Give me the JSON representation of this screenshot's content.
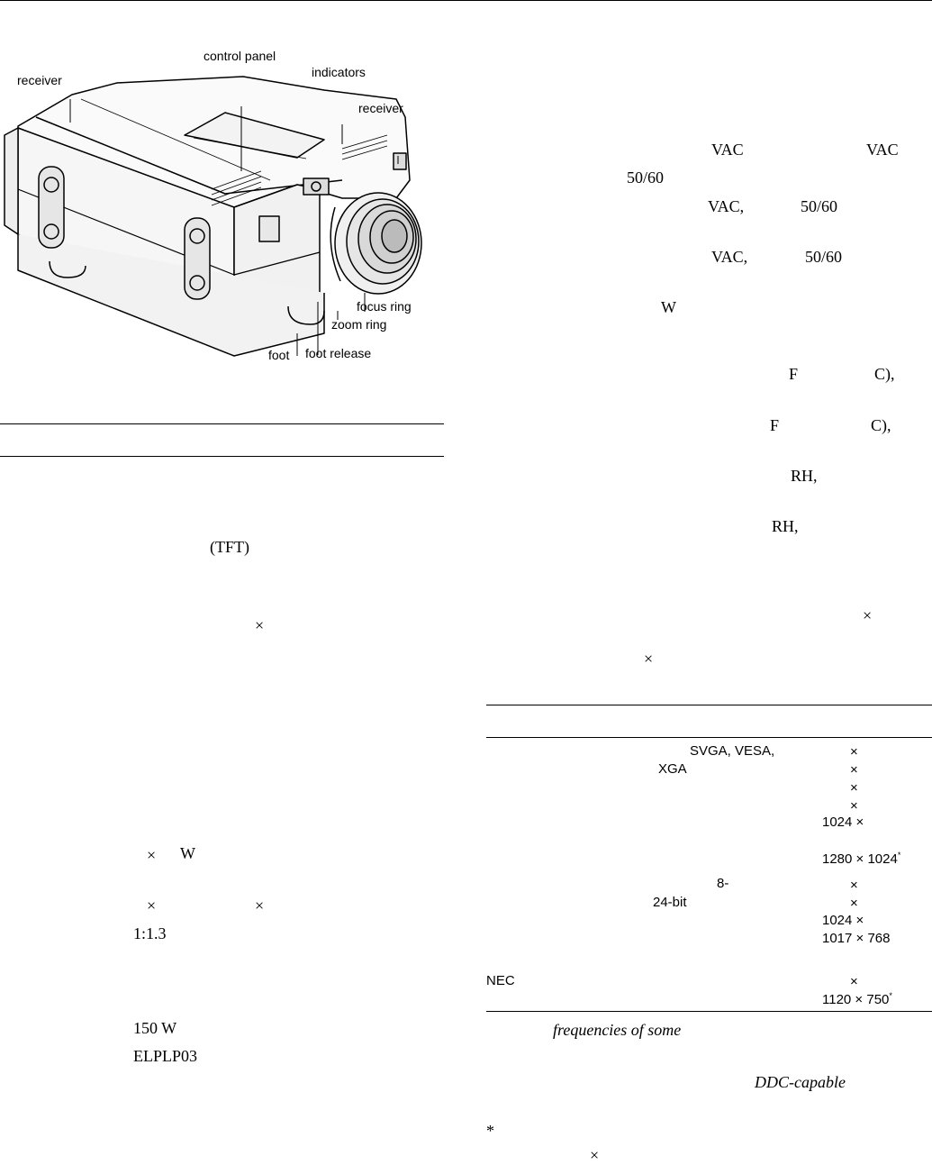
{
  "figure": {
    "labels": {
      "control_panel": "control panel",
      "receiver_left": "receiver",
      "indicators": "indicators",
      "receiver_right": "receiver",
      "focus_ring": "focus ring",
      "zoom_ring": "zoom ring",
      "foot": "foot",
      "foot_release": "foot release"
    }
  },
  "left": {
    "tft": "(TFT)",
    "times1": "×",
    "times2": "×",
    "w1": "W",
    "times3": "×",
    "times4": "×",
    "ratio": "1:1.3",
    "lamp_watt": "150 W",
    "lamp_model": "ELPLP03"
  },
  "right": {
    "vac1": "VAC",
    "vac2": "VAC",
    "hz1": "50/60",
    "vac3": "VAC,",
    "hz2": "50/60",
    "vac4": "VAC,",
    "hz3": "50/60",
    "w2": "W",
    "f1": "F",
    "c1": "C),",
    "f2": "F",
    "c2": "C),",
    "rh1": "RH,",
    "rh2": "RH,",
    "times5": "×",
    "times6": "×"
  },
  "table": {
    "row_svga": "SVGA, VESA,",
    "row_xga": "XGA",
    "row_8": "8-",
    "row_24": "24-bit",
    "row_nec": "NEC",
    "res": [
      "×",
      "×",
      "×",
      "×",
      "1024 ×",
      "1280 × 1024",
      "×",
      "×",
      "1024 ×",
      "1017 × 768",
      "×",
      "1120 × 750"
    ],
    "note_marker": "*"
  },
  "notes": {
    "freq": "frequencies of some",
    "ddc": "DDC-capable",
    "star": "*",
    "times7": "×"
  }
}
